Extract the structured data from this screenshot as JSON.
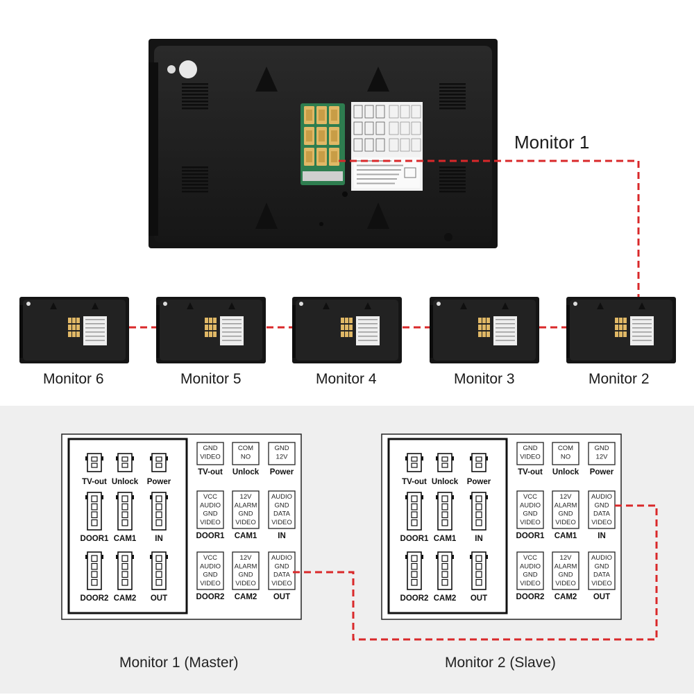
{
  "monitor_label_main": "Monitor 1",
  "monitor_labels": [
    "Monitor 6",
    "Monitor 5",
    "Monitor 4",
    "Monitor 3",
    "Monitor 2"
  ],
  "panels": [
    {
      "title": "Monitor 1 (Master)",
      "out_connected": "OUT"
    },
    {
      "title": "Monitor 2 (Slave)",
      "out_connected": "IN"
    }
  ],
  "connectors": [
    "TV-out",
    "Unlock",
    "Power",
    "DOOR1",
    "CAM1",
    "IN",
    "DOOR2",
    "CAM2",
    "OUT"
  ],
  "pin_boxes": [
    [
      "GND",
      "VIDEO"
    ],
    [
      "COM",
      "NO"
    ],
    [
      "GND",
      "12V"
    ],
    [
      "VCC",
      "AUDIO",
      "GND",
      "VIDEO"
    ],
    [
      "12V",
      "ALARM",
      "GND",
      "VIDEO"
    ],
    [
      "AUDIO",
      "GND",
      "DATA",
      "VIDEO"
    ],
    [
      "VCC",
      "AUDIO",
      "GND",
      "VIDEO"
    ],
    [
      "12V",
      "ALARM",
      "GND",
      "VIDEO"
    ],
    [
      "AUDIO",
      "GND",
      "DATA",
      "VIDEO"
    ]
  ],
  "colors": {
    "wire": "#d9282a",
    "device": "#1c1c1c",
    "connector": "#e0b866",
    "panel_bg": "#ffffff",
    "bottom_bg": "#efefef"
  },
  "icons": [
    "monitor-back-icon",
    "connector-icon"
  ]
}
